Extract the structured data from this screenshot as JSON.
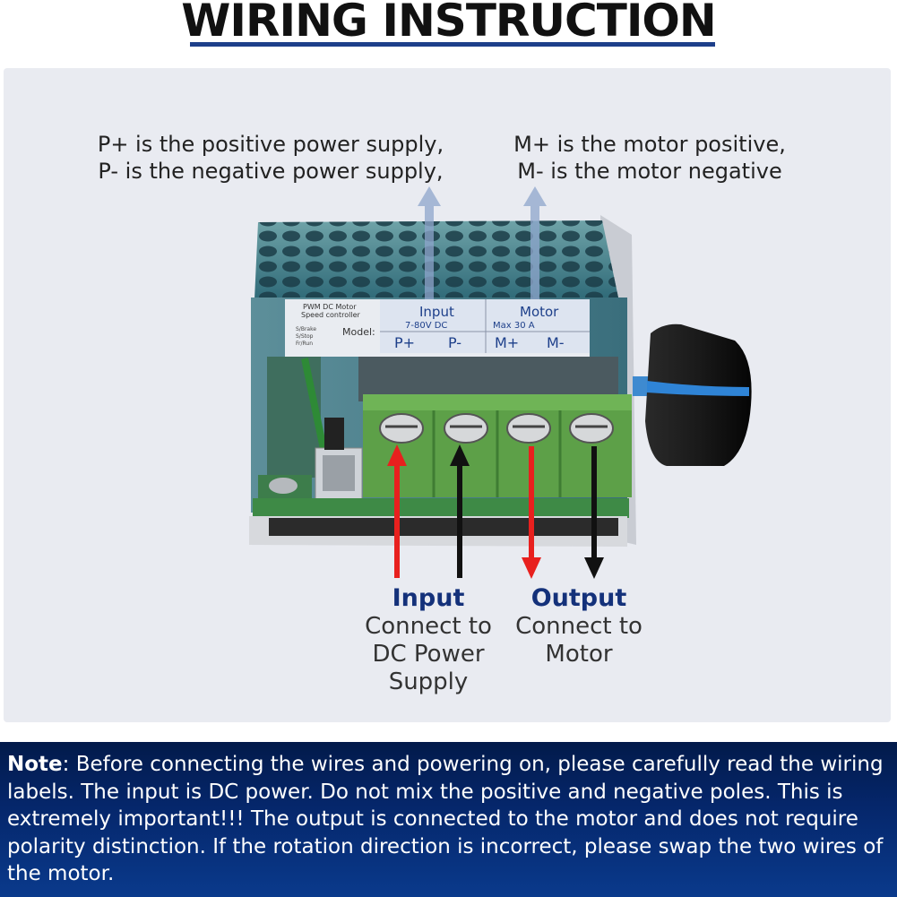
{
  "title": "WIRING INSTRUCTION",
  "notes": {
    "input_line1": "P+ is the positive power supply,",
    "input_line2": "P- is the negative power supply,",
    "output_line1": "M+ is the motor positive,",
    "output_line2": "M- is the motor negative"
  },
  "device_label": {
    "brand_line1": "PWM DC Motor",
    "brand_line2": "Speed controller",
    "brake": "S/Brake",
    "stop": "S/Stop",
    "run": "Fr/Run",
    "model": "Model:",
    "input_title": "Input",
    "input_voltage": "7-80V DC",
    "p_plus": "P+",
    "p_minus": "P-",
    "motor_title": "Motor",
    "motor_max": "Max  30 A",
    "m_plus": "M+",
    "m_minus": "M-"
  },
  "input_label": {
    "heading": "Input",
    "line1": "Connect to",
    "line2": "DC Power",
    "line3": "Supply"
  },
  "output_label": {
    "heading": "Output",
    "line1": "Connect to",
    "line2": "Motor"
  },
  "footer": {
    "note_label": "Note",
    "note_text": ": Before connecting the wires and powering on, please carefully read the wiring labels. The input is DC power. Do not mix the positive and negative poles. This is extremely important!!! The output is connected to the motor and does not require polarity distinction. If the rotation direction is incorrect, please swap the two wires of the motor."
  },
  "colors": {
    "title_rule": "#1d3f8a",
    "label_heading": "#14317a",
    "terminal_green": "#5da048",
    "arrow_red": "#e8201e",
    "arrow_black": "#111111",
    "arrow_up_blue": "#8fa6cc"
  }
}
